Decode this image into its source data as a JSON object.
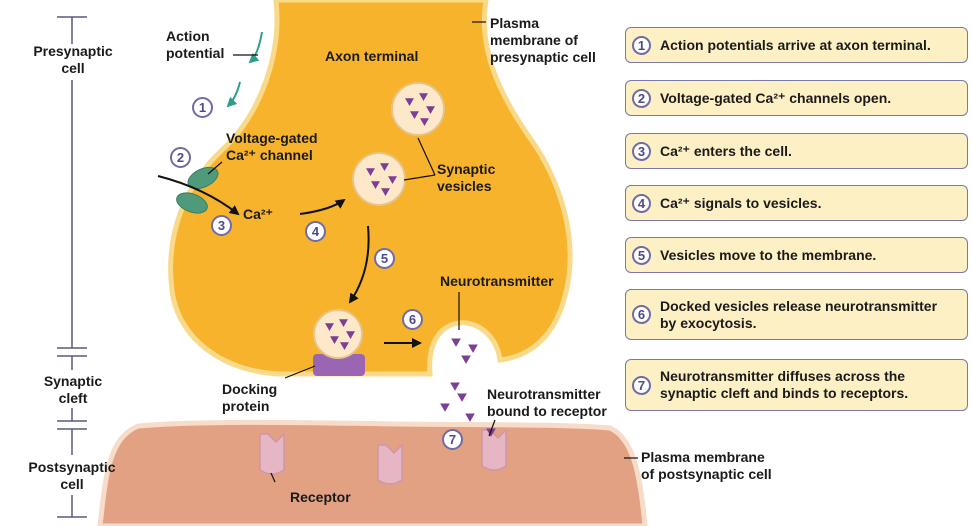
{
  "labels": {
    "presynaptic_cell": "Presynaptic\ncell",
    "synaptic_cleft": "Synaptic\ncleft",
    "postsynaptic_cell": "Postsynaptic\ncell",
    "action_potential": "Action\npotential",
    "axon_terminal": "Axon terminal",
    "plasma_membrane_pre": "Plasma\nmembrane of\npresynaptic cell",
    "voltage_gated_channel": "Voltage-gated\nCa²⁺ channel",
    "ca_ion": "Ca²⁺",
    "synaptic_vesicles": "Synaptic\nvesicles",
    "neurotransmitter": "Neurotransmitter",
    "docking_protein": "Docking\nprotein",
    "nt_bound_receptor": "Neurotransmitter\nbound to receptor",
    "receptor": "Receptor",
    "plasma_membrane_post": "Plasma membrane\nof postsynaptic cell"
  },
  "diagram_numbers": [
    "1",
    "2",
    "3",
    "4",
    "5",
    "6",
    "7"
  ],
  "steps": [
    {
      "num": "1",
      "text": "Action potentials arrive at axon terminal."
    },
    {
      "num": "2",
      "text": "Voltage-gated Ca²⁺ channels open."
    },
    {
      "num": "3",
      "text": "Ca²⁺ enters the cell."
    },
    {
      "num": "4",
      "text": "Ca²⁺ signals to vesicles."
    },
    {
      "num": "5",
      "text": "Vesicles move to the membrane."
    },
    {
      "num": "6",
      "text": "Docked vesicles release neurotransmitter\nby exocytosis."
    },
    {
      "num": "7",
      "text": "Neurotransmitter diffuses across the\nsynaptic cleft and binds to receptors."
    }
  ],
  "colors": {
    "presynaptic_fill": "#f6b32b",
    "presynaptic_edge": "#f9d98a",
    "postsynaptic_fill": "#e3a184",
    "vesicle_fill": "#fde9c9",
    "neurotransmitter": "#7b3f93",
    "channel": "#4f9a7a",
    "receptor": "#e6b6c5",
    "docking_protein": "#9a65b3",
    "arrow_teal": "#2e9e8c",
    "step_box_fill": "#fdf0c4",
    "step_box_border": "#7a78a8"
  }
}
